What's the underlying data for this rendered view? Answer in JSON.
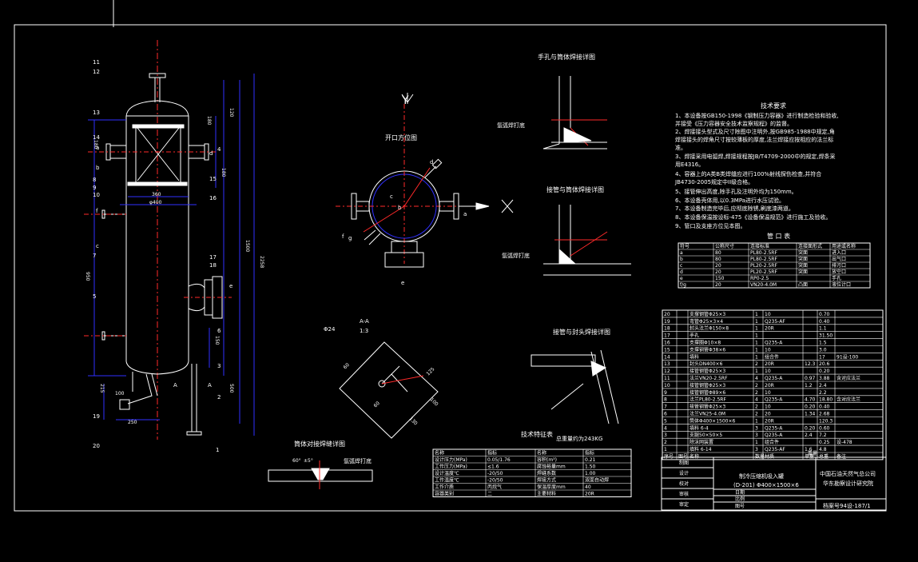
{
  "colors": {
    "background": "#000000",
    "line": "#ffffff",
    "dimension": "#3030ff",
    "center": "#ff2a2a",
    "green": "#00c000",
    "cyan": "#40d0d0"
  },
  "left_view": {
    "part_labels": [
      "11",
      "12",
      "13",
      "14",
      "15",
      "16",
      "17",
      "18",
      "19",
      "20",
      "9",
      "10",
      "8",
      "7",
      "5",
      "6",
      "3",
      "2",
      "1",
      "4",
      "A",
      "A"
    ],
    "nozzle_labels": [
      "a",
      "b",
      "c",
      "d",
      "e",
      "f"
    ],
    "dims": [
      "360",
      "φ400",
      "1500",
      "2258",
      "950",
      "120",
      "180",
      "150",
      "500",
      "250",
      "215",
      "100",
      "180",
      "180"
    ]
  },
  "top_view": {
    "caption": "开口方位图",
    "axis_y": "Y",
    "axis_x": "X",
    "nozzles": [
      "a",
      "b",
      "c",
      "d",
      "e",
      "f",
      "g"
    ]
  },
  "section_aa": {
    "title": "A-A",
    "scale": "1:3",
    "dia": "Φ24",
    "dims": [
      "60",
      "125",
      "130",
      "60",
      "100"
    ]
  },
  "welds": {
    "manhole": "手孔与筒体焊接详图",
    "pipe_shell": "接管与筒体焊接详图",
    "pipe_head": "接管与封头焊接详图",
    "shell_seam": "筒体对接焊缝详图",
    "weld_note": "氩弧焊打底",
    "angle_top": "60°",
    "angle_side": "±5°"
  },
  "tech_req": {
    "title": "技术要求",
    "lines": [
      "1、本设备按GB150-1998《钢制压力容器》进行制造检验和验收,",
      "并接受《压力容器安全技术监察规程》的监督。",
      "2、焊接接头型式及尺寸除图中注明外,按GB985-1988中规定,角",
      "焊接接头的焊角尺寸按较薄板的厚度,法兰焊接应按相应的法兰标",
      "准。",
      "3、焊接采用电弧焊,焊接规程按JB/T4709-2000中的规定,焊条采",
      "用E4316。",
      "4、容器上的A类B类焊缝应进行100%射线探伤检查,并符合",
      "JB4730-2005规定中II级合格。",
      "5、接管伸出高度,除手孔及注明外均为150mm。",
      "6、本设备壳体用,以0.3MPa进行水压试验。",
      "7、本设备制造完毕后,应彻底除锈,刷底漆两道。",
      "8、本设备保温按设标-475《设备保温规范》进行施工及验收。",
      "9、管口及支座方位见本图。"
    ]
  },
  "nozzle_table": {
    "title": "管 口 表",
    "headers": [
      "符号",
      "公称尺寸",
      "连接标准",
      "连接面形式",
      "用途或名称"
    ],
    "rows": [
      [
        "a",
        "80",
        "PL80-2.5RF",
        "突面",
        "进入口"
      ],
      [
        "b",
        "80",
        "PL80-2.5RF",
        "突面",
        "出气口"
      ],
      [
        "c",
        "20",
        "PL20-2.5RF",
        "突面",
        "排污口"
      ],
      [
        "d",
        "20",
        "PL20-2.5RF",
        "突面",
        "放空口"
      ],
      [
        "e",
        "150",
        "RP0-2.5",
        "",
        "手孔"
      ],
      [
        "f/g",
        "20",
        "VN20-4.0M",
        "凸面",
        "液位计口"
      ]
    ]
  },
  "parts_table": {
    "headers": [
      "序号",
      "图号",
      "名称",
      "数量",
      "材质",
      "单重",
      "总重",
      "备注"
    ],
    "weight_header": "重量",
    "rows": [
      [
        "20",
        "",
        "支撑钢管Φ25×3",
        "1",
        "10",
        "",
        "0.70",
        ""
      ],
      [
        "19",
        "",
        "弯管Φ25×3×4",
        "1",
        "Q235-AF",
        "",
        "0.40",
        ""
      ],
      [
        "18",
        "",
        "封头法兰Φ150×8",
        "1",
        "20R",
        "",
        "1.1",
        ""
      ],
      [
        "17",
        "",
        "手孔",
        "1",
        "",
        "",
        "31.50",
        ""
      ],
      [
        "16",
        "",
        "支撑圈Φ10×8",
        "1",
        "Q235-A",
        "",
        "1.5",
        ""
      ],
      [
        "15",
        "",
        "支撑钢管Φ38×6",
        "1",
        "10",
        "",
        "3.0",
        ""
      ],
      [
        "14",
        "",
        "填料",
        "1",
        "组合件",
        "",
        "17",
        "91设-100"
      ],
      [
        "13",
        "",
        "封头DN400×6",
        "2",
        "20R",
        "12.3",
        "20.6",
        ""
      ],
      [
        "12",
        "",
        "接管钢管Φ25×3",
        "1",
        "10",
        "",
        "0.20",
        ""
      ],
      [
        "11",
        "",
        "法兰VN20-2.5RF",
        "4",
        "Q235-A",
        "0.97",
        "3.88",
        "含对应法兰"
      ],
      [
        "10",
        "",
        "接管钢管Φ25×3",
        "2",
        "20R",
        "1.2",
        "2.4",
        ""
      ],
      [
        "9",
        "",
        "接管钢管Φ89×6",
        "2",
        "10",
        "",
        "2.2",
        ""
      ],
      [
        "8",
        "",
        "法兰PL80-2.5RF",
        "4",
        "Q235-A",
        "4.70",
        "18.80",
        "含对应法兰"
      ],
      [
        "7",
        "",
        "接管钢管Φ25×3",
        "2",
        "10",
        "0.20",
        "0.40",
        ""
      ],
      [
        "6",
        "",
        "法兰VN25-4.0M",
        "2",
        "20",
        "1.34",
        "2.68",
        ""
      ],
      [
        "5",
        "",
        "筒体Φ400×1500×6",
        "1",
        "20R",
        "",
        "120.3",
        ""
      ],
      [
        "4",
        "",
        "填料 6-4",
        "3",
        "Q235-A",
        "0.20",
        "0.60",
        ""
      ],
      [
        "3",
        "",
        "支腿50×50×5",
        "3",
        "Q235-A",
        "2.4",
        "7.2",
        ""
      ],
      [
        "2",
        "",
        "除沫网装置",
        "1",
        "组合件",
        "",
        "0.25",
        "设-478"
      ],
      [
        "1",
        "",
        "填料 6-14",
        "3",
        "Q235-AF",
        "1.6",
        "4.8",
        ""
      ]
    ]
  },
  "design_table": {
    "title": "技术特征表",
    "headers": [
      "名称",
      "指标",
      "名称",
      "指标"
    ],
    "rows": [
      [
        "设计压力(MPa)",
        "0.05/1.76",
        "容积(m³)",
        "0.21"
      ],
      [
        "工作压力(MPa)",
        "≤1.6",
        "腐蚀裕量mm",
        "1.50"
      ],
      [
        "设计温度℃",
        "-20/50",
        "焊缝系数",
        "1.00"
      ],
      [
        "工作温度℃",
        "-20/50",
        "焊接方式",
        "双面自动焊"
      ],
      [
        "工作介质",
        "丙烷气",
        "保温厚度mm",
        "40"
      ],
      [
        "容器类别",
        "二",
        "主要材料",
        "20R"
      ]
    ],
    "total_weight": "总重量约为243KG"
  },
  "title_block": {
    "rows": [
      "制图",
      "设计",
      "校对",
      "审核",
      "审定"
    ],
    "drawing_name": "制冷压缩机吸入罐",
    "drawing_spec": "(D-201) Φ400×1500×6",
    "company_1": "中国石油天然气总公司",
    "company_2": "华东勘察设计研究院",
    "date": "日期",
    "scale": "比例",
    "sheet": "图号",
    "drawing_no": "档案号94设-187/1"
  }
}
